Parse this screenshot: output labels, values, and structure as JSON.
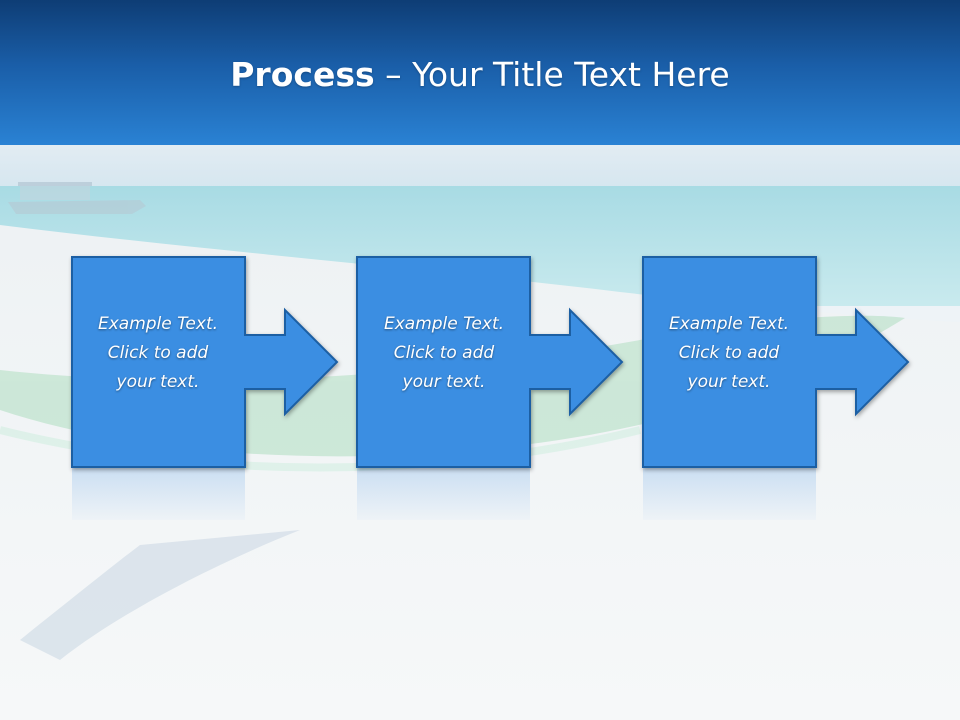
{
  "slide": {
    "title_bold": "Process",
    "title_rest": " – Your Title Text Here"
  },
  "steps": [
    {
      "lines": [
        "Example Text.",
        "Click  to add",
        "your text."
      ]
    },
    {
      "lines": [
        "Example Text.",
        "Click  to add",
        "your text."
      ]
    },
    {
      "lines": [
        "Example Text.",
        "Click  to add",
        "your text."
      ]
    }
  ],
  "colors": {
    "title_bar_top": "#0e3d75",
    "title_bar_bottom": "#2a82d4",
    "box_fill": "#3a8ee2",
    "box_border": "#1f5fa3",
    "text": "#ffffff"
  }
}
